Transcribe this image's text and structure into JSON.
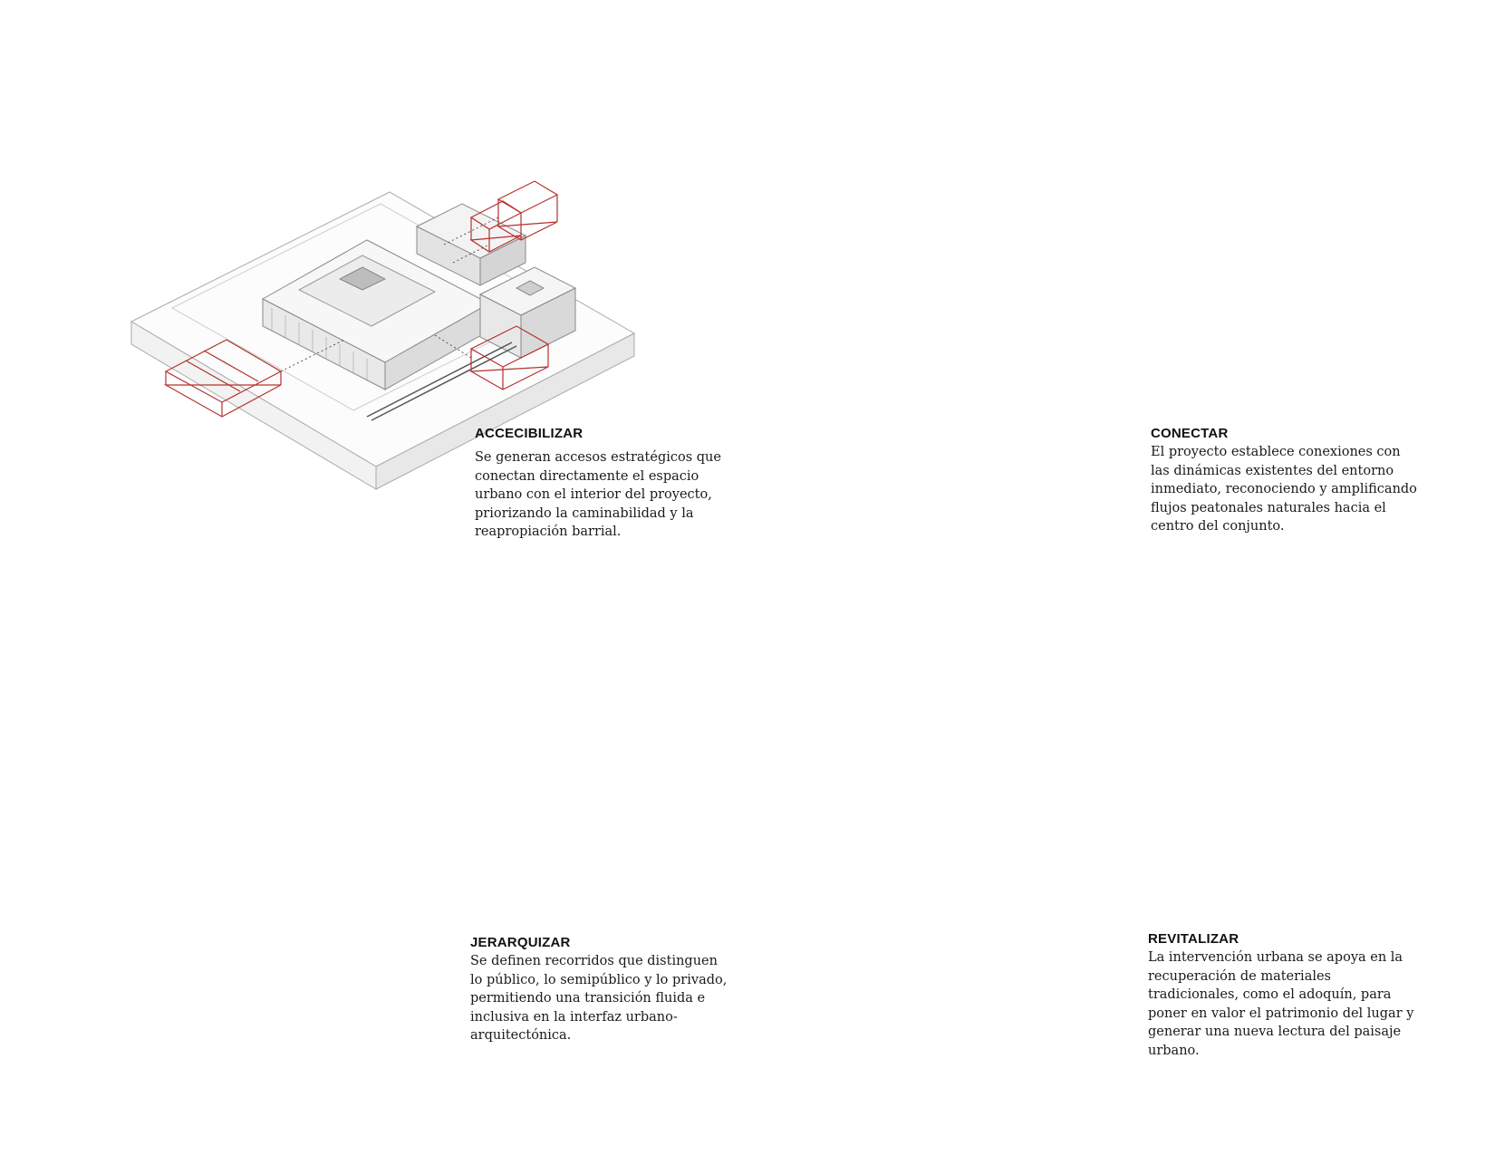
{
  "panels": [
    {
      "title": "ACCECIBILIZAR",
      "text": "Se generan accesos estratégicos que conectan directamente el espacio urbano con el interior del proyecto, priorizando la caminabilidad y la reapropiación barrial."
    },
    {
      "title": "CONECTAR",
      "text": "El proyecto establece conexiones con las dinámicas existentes del entorno inmediato, reconociendo y amplificando flujos peatonales naturales hacia el centro del conjunto."
    },
    {
      "title": "JERARQUIZAR",
      "text": "Se definen recorridos que distinguen lo público, lo semipúblico y lo privado, permitiendo una transición fluida e inclusiva en la interfaz urbano-arquitectónica."
    },
    {
      "title": "REVITALIZAR",
      "text": "La intervención urbana se apoya en la recuperación de materiales tradicionales, como el adoquín, para poner en valor el patrimonio del lugar y generar una nueva lectura del paisaje urbano."
    }
  ],
  "colors": {
    "accent": "#b5322e",
    "accent_light": "#d9877a",
    "band_fill": "#f3d2cc",
    "line": "#a9a9a9",
    "building_fill": "#f1f1f1"
  }
}
